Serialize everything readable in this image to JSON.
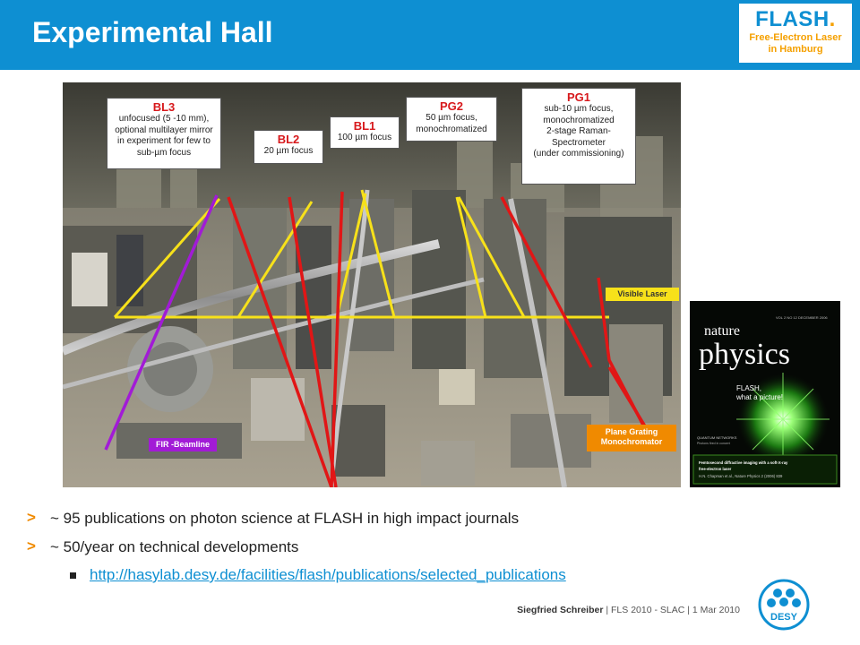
{
  "header": {
    "title": "Experimental Hall",
    "brand_color": "#0e8fd2",
    "logo": {
      "word": "FLASH",
      "dot": ".",
      "sub_line1": "Free-Electron Laser",
      "sub_line2": "in Hamburg"
    }
  },
  "photo": {
    "callouts": {
      "bl3": {
        "name": "BL3",
        "desc": [
          "unfocused (5 -10 mm),",
          "optional multilayer mirror",
          "in experiment for few to",
          "sub-µm focus"
        ]
      },
      "bl2": {
        "name": "BL2",
        "desc": [
          "20 µm  focus"
        ]
      },
      "bl1": {
        "name": "BL1",
        "desc": [
          "100 µm focus"
        ]
      },
      "pg2": {
        "name": "PG2",
        "desc": [
          "50 µm focus,",
          "monochromatized"
        ]
      },
      "pg1": {
        "name": "PG1",
        "desc": [
          "sub-10 µm focus,",
          "monochromatized",
          "2-stage Raman-",
          "Spectrometer",
          "(under commissioning)"
        ]
      }
    },
    "tags": {
      "visible_laser": "Visible Laser",
      "pgm_line1": "Plane Grating",
      "pgm_line2": "Monochromator",
      "fir": "FIR -Beamline"
    },
    "colors": {
      "beamline_red": "#e11616",
      "visible_laser_yellow": "#f7e11a",
      "fir_purple": "#a21bd6",
      "pgm_orange": "#f08a00"
    }
  },
  "cover": {
    "brand_small": "nature",
    "brand_big": "physics",
    "headline_1": "FLASH,",
    "headline_2": "what a picture!",
    "sidebar": "QUANTUM NETWORKS",
    "sidebar_sub": "Photons fired in concert",
    "caption_1": "Femtosecond diffractive imaging with a soft-X-ray",
    "caption_2": "free-electron laser",
    "caption_3": "H.N. Chapman et al., Nature Physics 2 (2006) 839",
    "masthead_meta": "VOL 2 NO 12 DECEMBER 2006"
  },
  "bullets": {
    "marker": ">",
    "items": [
      "~ 95 publications on photon science at FLASH in high impact journals",
      "~ 50/year on technical developments"
    ],
    "sub_link": "http://hasylab.desy.de/facilities/flash/publications/selected_publications"
  },
  "footer": {
    "name": "Siegfried Schreiber",
    "rest": "  | FLS 2010 - SLAC |  1 Mar 2010",
    "desy_label": "DESY"
  }
}
